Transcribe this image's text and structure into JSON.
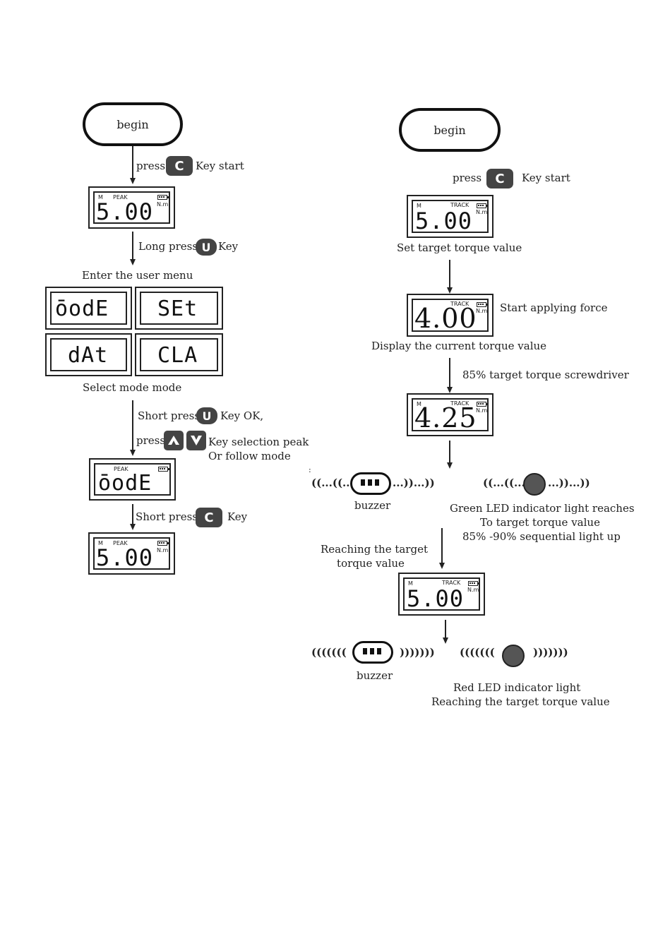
{
  "left": {
    "begin": "begin",
    "press1": "press",
    "key_c": "C",
    "key_start1": "Key start",
    "lcd1": {
      "m": "M",
      "mode": "PEAK",
      "unit": "N.m",
      "value": "5.00"
    },
    "long_press": "Long press",
    "key_u": "U",
    "key1": "Key",
    "enter_menu": "Enter the user menu",
    "menu": [
      "ōodE",
      "SEt",
      "dAt",
      "CLA"
    ],
    "select_mode": "Select mode mode",
    "short_press1": "Short press",
    "key_ok": "Key OK,",
    "press2": "press",
    "key_selection": "Key selection peak",
    "follow_mode": "Or follow mode",
    "lcd2": {
      "mode": "PEAK",
      "value": "ōodE"
    },
    "short_press2": "Short press",
    "key2": "Key",
    "lcd3": {
      "m": "M",
      "mode": "PEAK",
      "unit": "N.m",
      "value": "5.00"
    }
  },
  "right": {
    "begin": "begin",
    "press": "press",
    "key_c": "C",
    "key_start": "Key start",
    "lcd1": {
      "m": "M",
      "mode": "TRACK",
      "unit": "N.m",
      "value": "5.00"
    },
    "set_target": "Set target torque value",
    "lcd2": {
      "mode": "TRACK",
      "unit": "N.m",
      "value": "4.00"
    },
    "start_force": "Start applying force",
    "display_current": "Display the current torque value",
    "pct_85": "85% target torque screwdriver",
    "lcd3": {
      "m": "M",
      "mode": "TRACK",
      "unit": "N.m",
      "value": "4.25"
    },
    "colon_mark": ":",
    "wave_left1": "((...((...",
    "wave_right1": "...))...))",
    "wave_left2": "((...((...",
    "wave_right2": "...))...))",
    "buzzer1": "buzzer",
    "green_led1": "Green LED indicator light reaches",
    "green_led2": "To target torque value",
    "green_led3": "85% -90% sequential light up",
    "reaching1": "Reaching the target",
    "reaching2": "torque value",
    "lcd4": {
      "m": "M",
      "mode": "TRACK",
      "unit": "N.m",
      "value": "5.00"
    },
    "wave_left3": "(((((((",
    "wave_right3": ")))))))",
    "wave_left4": "(((((((",
    "wave_right4": ")))))))",
    "buzzer2": "buzzer",
    "red_led1": "Red LED indicator light",
    "red_led2": "Reaching the target torque value"
  }
}
